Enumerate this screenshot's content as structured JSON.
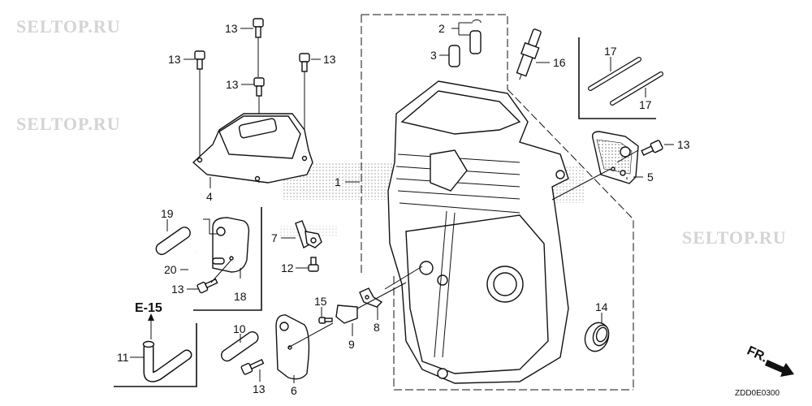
{
  "diagram": {
    "title_code": "ZDD0E0300",
    "direction_label": "FR.",
    "reference_label": "E-15",
    "watermark": "SELTOP.RU",
    "callouts": [
      {
        "id": "c1",
        "label": "1",
        "part": "cylinder-block"
      },
      {
        "id": "c2",
        "label": "2",
        "part": "valve-lifter-with-clip"
      },
      {
        "id": "c3",
        "label": "3",
        "part": "valve-lifter"
      },
      {
        "id": "c4",
        "label": "4",
        "part": "head-cover"
      },
      {
        "id": "c5",
        "label": "5",
        "part": "gasket"
      },
      {
        "id": "c6",
        "label": "6",
        "part": "breather-cover"
      },
      {
        "id": "c7",
        "label": "7",
        "part": "bracket"
      },
      {
        "id": "c8",
        "label": "8",
        "part": "plate"
      },
      {
        "id": "c9",
        "label": "9",
        "part": "gasket-small"
      },
      {
        "id": "c10",
        "label": "10",
        "part": "tube"
      },
      {
        "id": "c11",
        "label": "11",
        "part": "breather-tube-elbow"
      },
      {
        "id": "c12",
        "label": "12",
        "part": "bolt"
      },
      {
        "id": "c13a",
        "label": "13",
        "part": "flange-bolt"
      },
      {
        "id": "c13b",
        "label": "13",
        "part": "flange-bolt"
      },
      {
        "id": "c13c",
        "label": "13",
        "part": "flange-bolt"
      },
      {
        "id": "c13d",
        "label": "13",
        "part": "flange-bolt"
      },
      {
        "id": "c13e",
        "label": "13",
        "part": "flange-bolt"
      },
      {
        "id": "c13f",
        "label": "13",
        "part": "flange-bolt"
      },
      {
        "id": "c13g",
        "label": "13",
        "part": "flange-bolt"
      },
      {
        "id": "c14",
        "label": "14",
        "part": "oil-seal"
      },
      {
        "id": "c15",
        "label": "15",
        "part": "screw"
      },
      {
        "id": "c16",
        "label": "16",
        "part": "spark-plug"
      },
      {
        "id": "c17a",
        "label": "17",
        "part": "stud-bolt"
      },
      {
        "id": "c17b",
        "label": "17",
        "part": "stud-bolt"
      },
      {
        "id": "c18",
        "label": "18",
        "part": "breather-plate"
      },
      {
        "id": "c19",
        "label": "19",
        "part": "tube"
      },
      {
        "id": "c20",
        "label": "20",
        "part": "breather-pipe"
      }
    ]
  }
}
